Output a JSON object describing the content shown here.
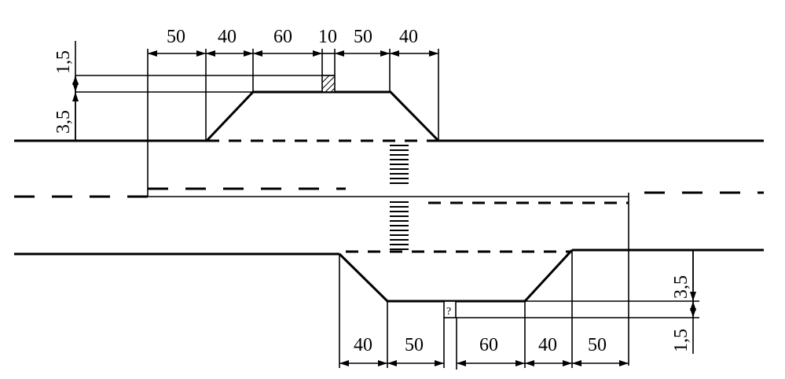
{
  "top_bay": {
    "segments": [
      "50",
      "40",
      "60",
      "10",
      "50",
      "40"
    ],
    "height_upper": "1,5",
    "height_lower": "3,5"
  },
  "bottom_bay": {
    "segments": [
      "40",
      "50",
      "60",
      "40",
      "50"
    ],
    "height_upper": "3,5",
    "height_lower": "1,5"
  }
}
